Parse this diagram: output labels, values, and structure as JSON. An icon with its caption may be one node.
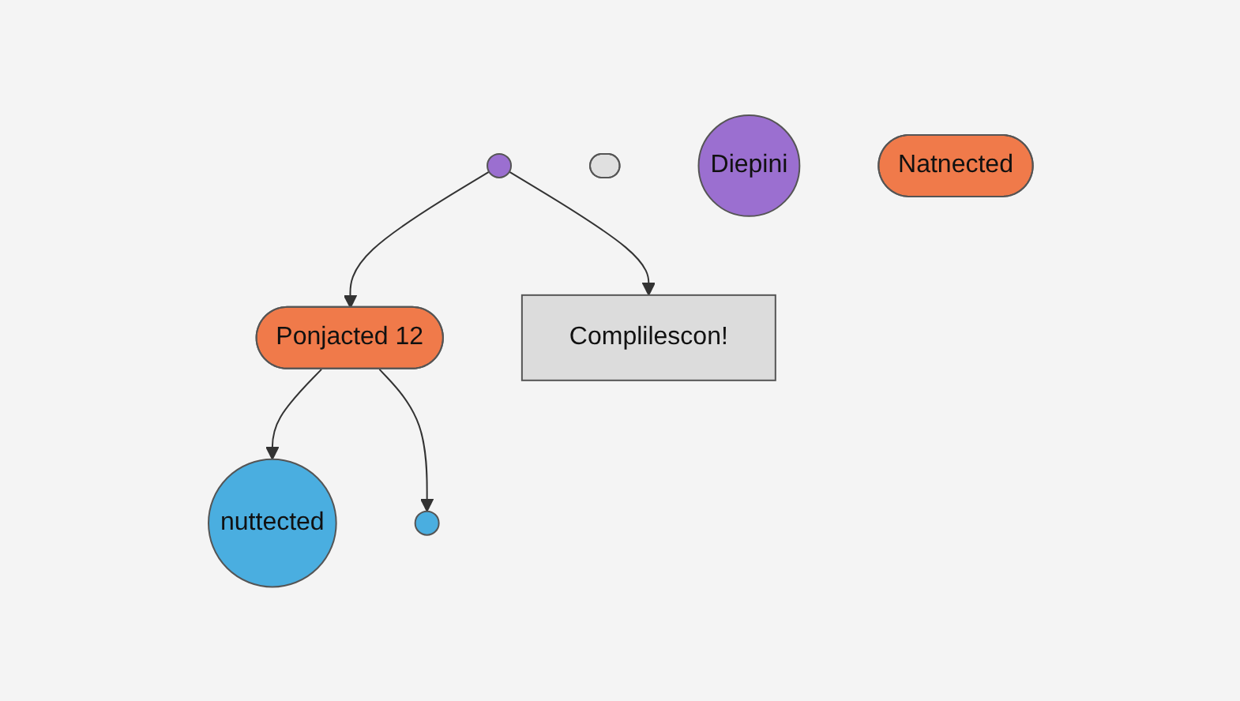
{
  "diagram": {
    "nodes": [
      {
        "text": [],
        "shape": "circle"
      },
      {
        "text": [],
        "shape": "bar"
      },
      {
        "text": [
          "Ponjacted 12"
        ]
      },
      {
        "text": [
          "Complilescon!"
        ]
      },
      {
        "text": [
          "nuttected"
        ]
      },
      {
        "text": [],
        "shape": "circle"
      },
      {
        "text": [
          "Diepini"
        ]
      },
      {
        "text": [
          "Natnected"
        ]
      }
    ],
    "edges": [
      {
        "from": 0,
        "to": 2,
        "arrow": "to"
      },
      {
        "from": 0,
        "to": 3,
        "arrow": "to"
      },
      {
        "from": 2,
        "to": 4,
        "arrow": "to"
      },
      {
        "from": 2,
        "to": 5,
        "arrow": "to"
      }
    ]
  }
}
